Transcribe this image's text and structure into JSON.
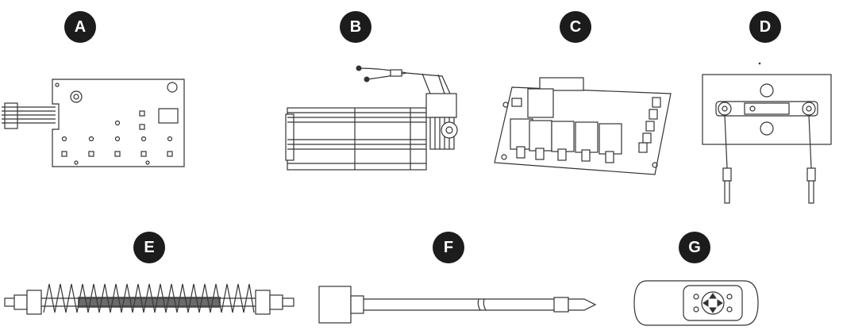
{
  "parts": [
    {
      "label": "A",
      "name": "keypad-circuit-board"
    },
    {
      "label": "B",
      "name": "blower-fan"
    },
    {
      "label": "C",
      "name": "relay-control-board"
    },
    {
      "label": "D",
      "name": "thermal-limit-switch"
    },
    {
      "label": "E",
      "name": "coil-heating-element"
    },
    {
      "label": "F",
      "name": "temperature-sensor-probe"
    },
    {
      "label": "G",
      "name": "remote-control"
    }
  ]
}
